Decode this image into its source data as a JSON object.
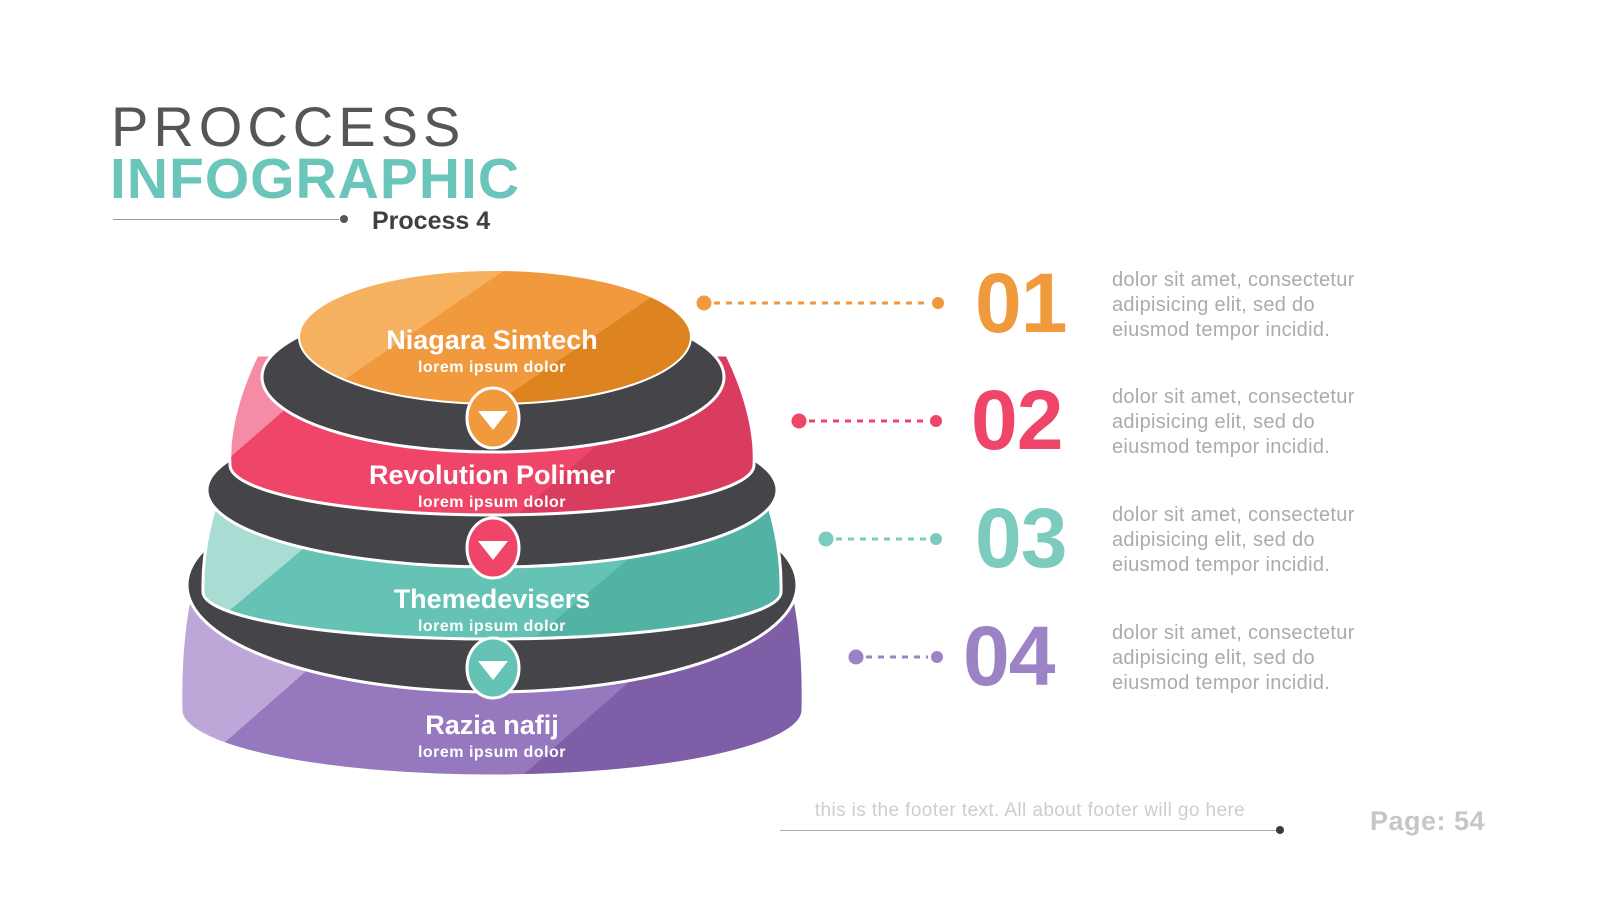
{
  "header": {
    "title_line1": "PROCCESS",
    "title_line2": "INFOGRAPHIC",
    "subtitle": "Process 4",
    "accent_color": "#6ac5ba",
    "title_color": "#55565a"
  },
  "pyramid": {
    "band_color": "#454449",
    "layers": [
      {
        "name": "Niagara Simtech",
        "caption": "lorem ipsum dolor",
        "color": "#f0993d",
        "light": "#f6b160",
        "dark": "#dd831f"
      },
      {
        "name": "Revolution Polimer",
        "caption": "lorem ipsum dolor",
        "color": "#ee4568",
        "light": "#f58ca6",
        "dark": "#d93c5e"
      },
      {
        "name": "Themedevisers",
        "caption": "lorem ipsum dolor",
        "color": "#65c3b5",
        "light": "#a9dcd3",
        "dark": "#52b2a4"
      },
      {
        "name": "Razia nafij",
        "caption": "lorem ipsum dolor",
        "color": "#9678bf",
        "light": "#bda7d9",
        "dark": "#7d5ea7"
      }
    ]
  },
  "steps": [
    {
      "number": "01",
      "color": "#f0993d",
      "lines": [
        "dolor sit amet, consectetur",
        "adipisicing  elit, sed do",
        "eiusmod tempor incidid."
      ]
    },
    {
      "number": "02",
      "color": "#ee4568",
      "lines": [
        "dolor sit amet, consectetur",
        "adipisicing  elit, sed do",
        "eiusmod tempor incidid."
      ]
    },
    {
      "number": "03",
      "color": "#7bcbbf",
      "lines": [
        "dolor sit amet, consectetur",
        "adipisicing  elit, sed do",
        "eiusmod tempor incidid."
      ]
    },
    {
      "number": "04",
      "color": "#9c83c5",
      "lines": [
        "dolor sit amet, consectetur",
        "adipisicing  elit, sed do",
        "eiusmod tempor incidid."
      ]
    }
  ],
  "footer": {
    "text": "this is the footer text. All about footer will go here",
    "page_label": "Page: 54"
  }
}
